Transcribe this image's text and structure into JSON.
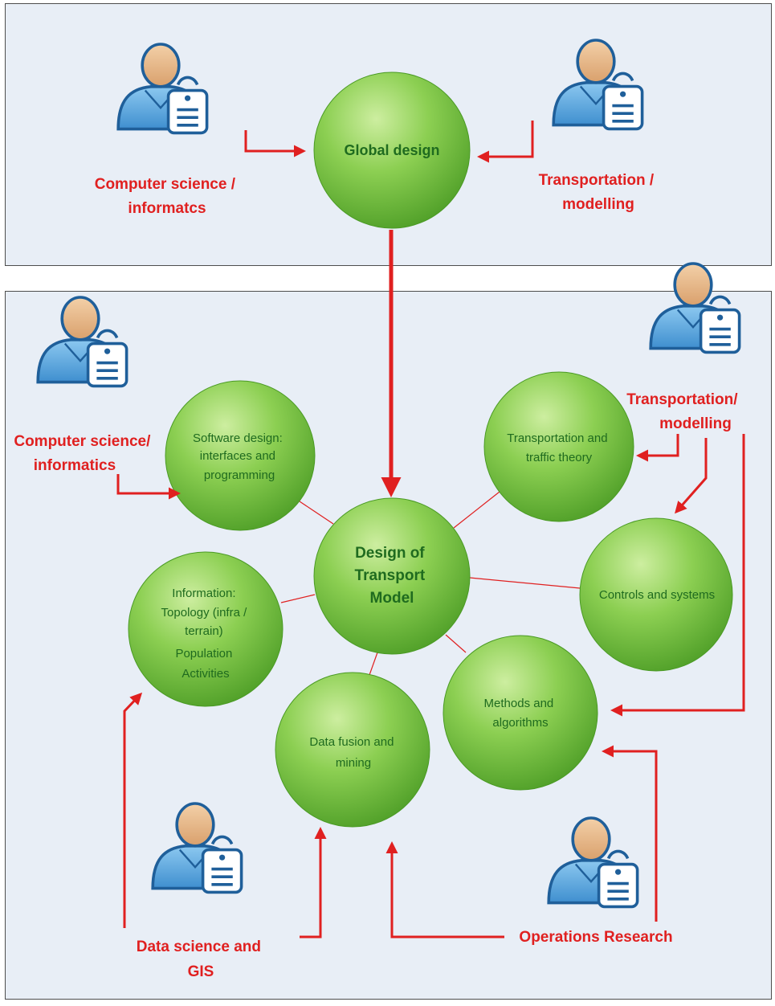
{
  "colors": {
    "panel_bg": "#e8eef6",
    "panel_border": "#4d4d4d",
    "arrow": "#e02020",
    "connector": "#e02020",
    "circle_light": "#b6e07a",
    "circle_mid": "#6cbd3a",
    "circle_dark": "#4a9a24",
    "circle_text": "#1f6b1f",
    "label": "#e02020",
    "person_skin": "#e9b98a",
    "person_body": "#5aa6dc",
    "person_outline": "#1f5f9a"
  },
  "icons": [
    "person-with-document-icon"
  ],
  "top_panel": {
    "center": "Global design",
    "left_label": [
      "Computer science /",
      "informatcs"
    ],
    "right_label": [
      "Transportation /",
      "modelling"
    ]
  },
  "bottom_panel": {
    "center": [
      "Design of",
      "Transport",
      "Model"
    ],
    "software": [
      "Software design:",
      "interfaces and",
      "programming"
    ],
    "traffic": [
      "Transportation and",
      "traffic theory"
    ],
    "controls": [
      "Controls and systems"
    ],
    "information": [
      "Information:",
      "Topology (infra /",
      "terrain)",
      "Population",
      "Activities"
    ],
    "data_fusion": [
      "Data fusion and",
      "mining"
    ],
    "methods": [
      "Methods and",
      "algorithms"
    ],
    "cs_label": [
      "Computer science/",
      "informatics"
    ],
    "transport_label": [
      "Transportation/",
      "modelling"
    ],
    "ds_label": [
      "Data science and",
      "GIS"
    ],
    "or_label": [
      "Operations Research"
    ]
  }
}
